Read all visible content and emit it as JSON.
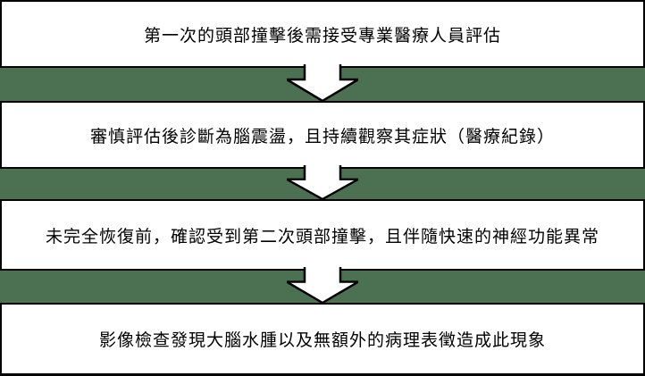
{
  "diagram": {
    "type": "flowchart-vertical",
    "steps": [
      {
        "label": "第一次的頭部撞擊後需接受專業醫療人員評估"
      },
      {
        "label": "審慎評估後診斷為腦震盪，且持續觀察其症狀（醫療紀錄）"
      },
      {
        "label": "未完全恢復前，確認受到第二次頭部撞擊，且伴隨快速的神經功能異常"
      },
      {
        "label": "影像檢查發現大腦水腫以及無額外的病理表徵造成此現象"
      }
    ],
    "arrow_icon": "down-arrow",
    "colors": {
      "band_green": "#4c7052",
      "border_black": "#000000",
      "box_bg": "#ffffff",
      "arrow_fill": "#ffffff",
      "arrow_outline": "#000000",
      "text_color": "#000000"
    }
  }
}
